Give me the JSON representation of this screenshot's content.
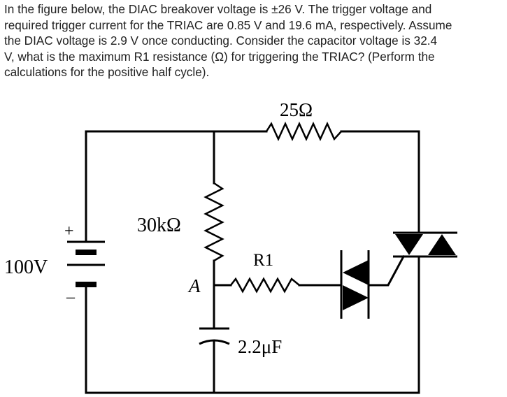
{
  "question": {
    "lines": [
      "In the figure below, the DIAC breakover voltage is ±26 V. The trigger voltage and",
      "required trigger current for the TRIAC are 0.85 V and 19.6 mA, respectively. Assume",
      "the DIAC voltage is 2.9 V once conducting. Consider the capacitor voltage is 32.4",
      "V, what is the maximum R1 resistance (Ω) for triggering the TRIAC? (Perform the",
      "calculations for the positive half cycle)."
    ]
  },
  "circuit": {
    "source_label": "100V",
    "source_plus": "+",
    "source_minus": "–",
    "r_top_label": "25Ω",
    "r_left_label": "30kΩ",
    "r1_label": "R1",
    "node_label": "A",
    "cap_label": "2.2μF",
    "colors": {
      "wire": "#000000",
      "text": "#222222"
    }
  }
}
